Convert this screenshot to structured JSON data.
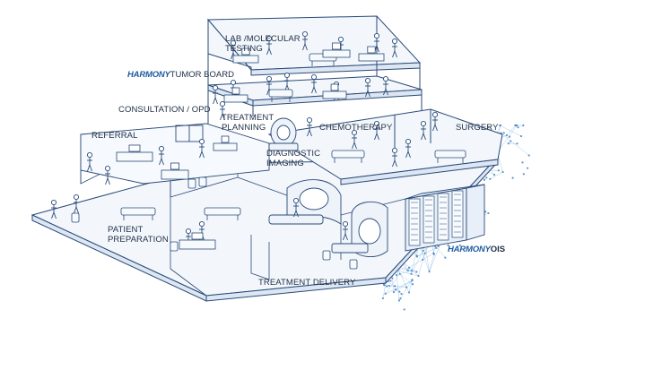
{
  "labels": {
    "lab": "LAB /MOLECULAR\nTESTING",
    "consultation": "CONSULTATION / OPD",
    "referral": "REFERRAL",
    "treatment_planning": "TREATMENT\nPLANNING",
    "chemotherapy": "CHEMOTHERAPY",
    "surgery": "SURGERY",
    "diagnostic_imaging": "DIAGNOSTIC\nIMAGING",
    "patient_preparation": "PATIENT\nPREPARATION",
    "treatment_delivery": "TREATMENT DELIVERY"
  },
  "brands": {
    "tumor_board": {
      "brand": "HARMONY",
      "text": "TUMOR BOARD"
    },
    "ois": {
      "brand": "HARMONY",
      "text": "OIS"
    }
  },
  "colors": {
    "line": "#2a4a78",
    "floor": "#f3f7fc",
    "accent": "#1c5a9e",
    "network": "#5f9ed4"
  }
}
